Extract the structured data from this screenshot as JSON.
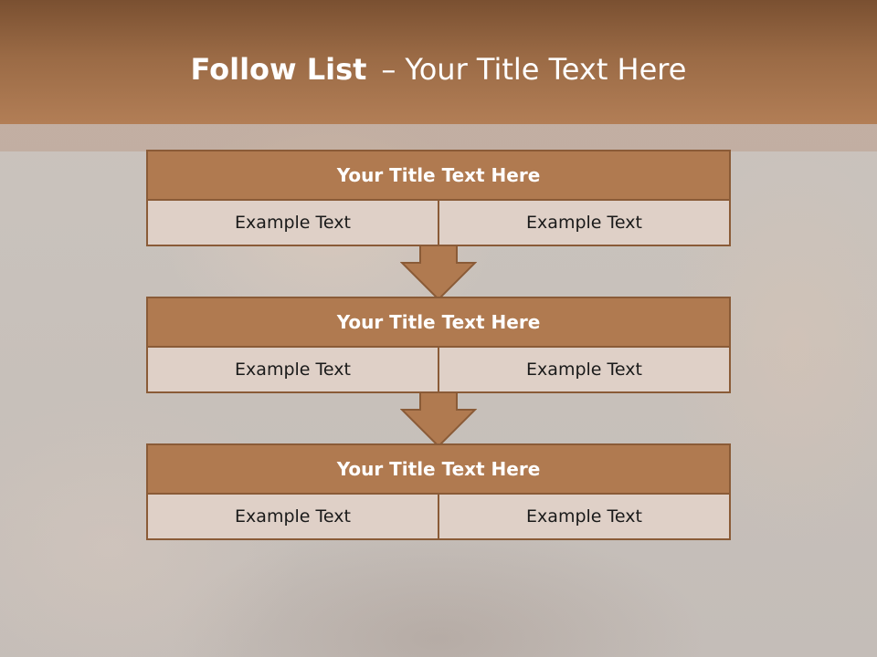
{
  "header": {
    "title_bold": "Follow List",
    "title_dash": "–",
    "title_rest": "Your Title Text Here"
  },
  "blocks": [
    {
      "title": "Your Title Text Here",
      "cells": [
        "Example Text",
        "Example Text"
      ]
    },
    {
      "title": "Your Title Text Here",
      "cells": [
        "Example Text",
        "Example Text"
      ]
    },
    {
      "title": "Your Title Text Here",
      "cells": [
        "Example Text",
        "Example Text"
      ]
    }
  ],
  "colors": {
    "header": "#9a6a45",
    "block_title": "#b07a50",
    "cell": "#dfd0c7",
    "border": "#8a5b37"
  },
  "icons": {
    "connector": "down-arrow-icon"
  }
}
